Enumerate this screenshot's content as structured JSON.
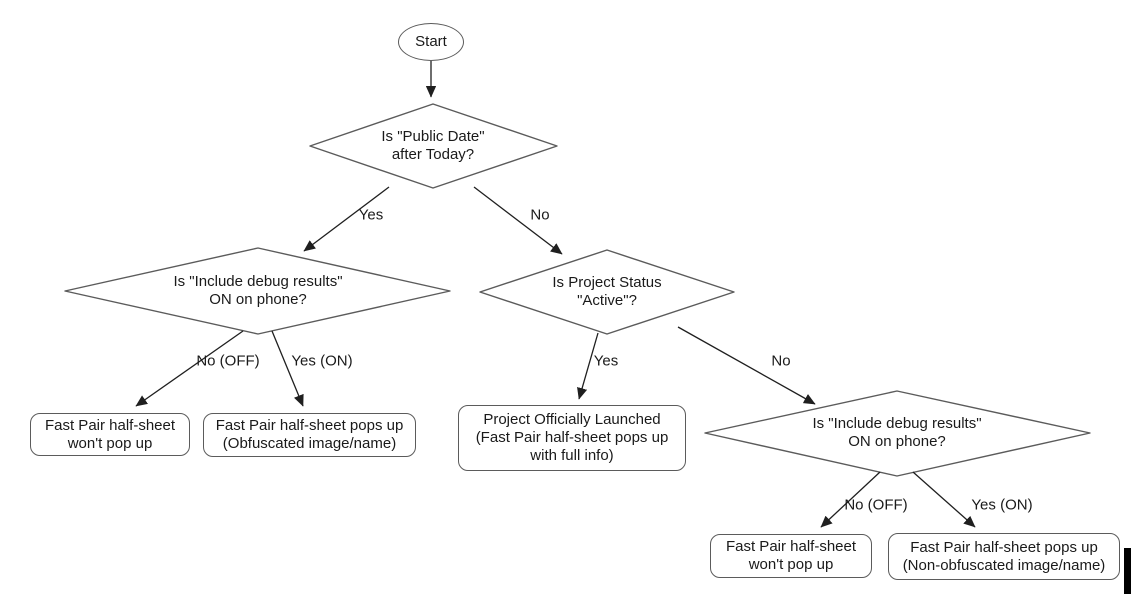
{
  "flowchart": {
    "colors": {
      "background": "#ffffff",
      "shape_stroke": "#5b5b5b",
      "arrow": "#1f1f1f",
      "text": "#1a1a1a"
    },
    "nodes": {
      "start": {
        "type": "oval",
        "label": "Start"
      },
      "decision_public_date": {
        "type": "decision",
        "label": "Is \"Public Date\"\nafter Today?"
      },
      "decision_debug_left": {
        "type": "decision",
        "label": "Is \"Include debug results\"\nON on phone?"
      },
      "decision_project_status": {
        "type": "decision",
        "label": "Is Project Status\n\"Active\"?"
      },
      "decision_debug_right": {
        "type": "decision",
        "label": "Is \"Include debug results\"\nON on phone?"
      },
      "outcome_no_popup_left": {
        "type": "terminal",
        "label": "Fast Pair half-sheet\nwon't pop up"
      },
      "outcome_obfuscated": {
        "type": "terminal",
        "label": "Fast Pair half-sheet pops up\n(Obfuscated image/name)"
      },
      "outcome_launched": {
        "type": "terminal",
        "label": "Project Officially Launched\n(Fast Pair half-sheet pops up\nwith full info)"
      },
      "outcome_no_popup_right": {
        "type": "terminal",
        "label": "Fast Pair half-sheet\nwon't pop up"
      },
      "outcome_non_obfuscated": {
        "type": "terminal",
        "label": "Fast Pair half-sheet pops up\n(Non-obfuscated image/name)"
      }
    },
    "edge_labels": {
      "public_date_yes": "Yes",
      "public_date_no": "No",
      "debug_left_no": "No (OFF)",
      "debug_left_yes": "Yes (ON)",
      "project_status_yes": "Yes",
      "project_status_no": "No",
      "debug_right_no": "No (OFF)",
      "debug_right_yes": "Yes (ON)"
    }
  }
}
